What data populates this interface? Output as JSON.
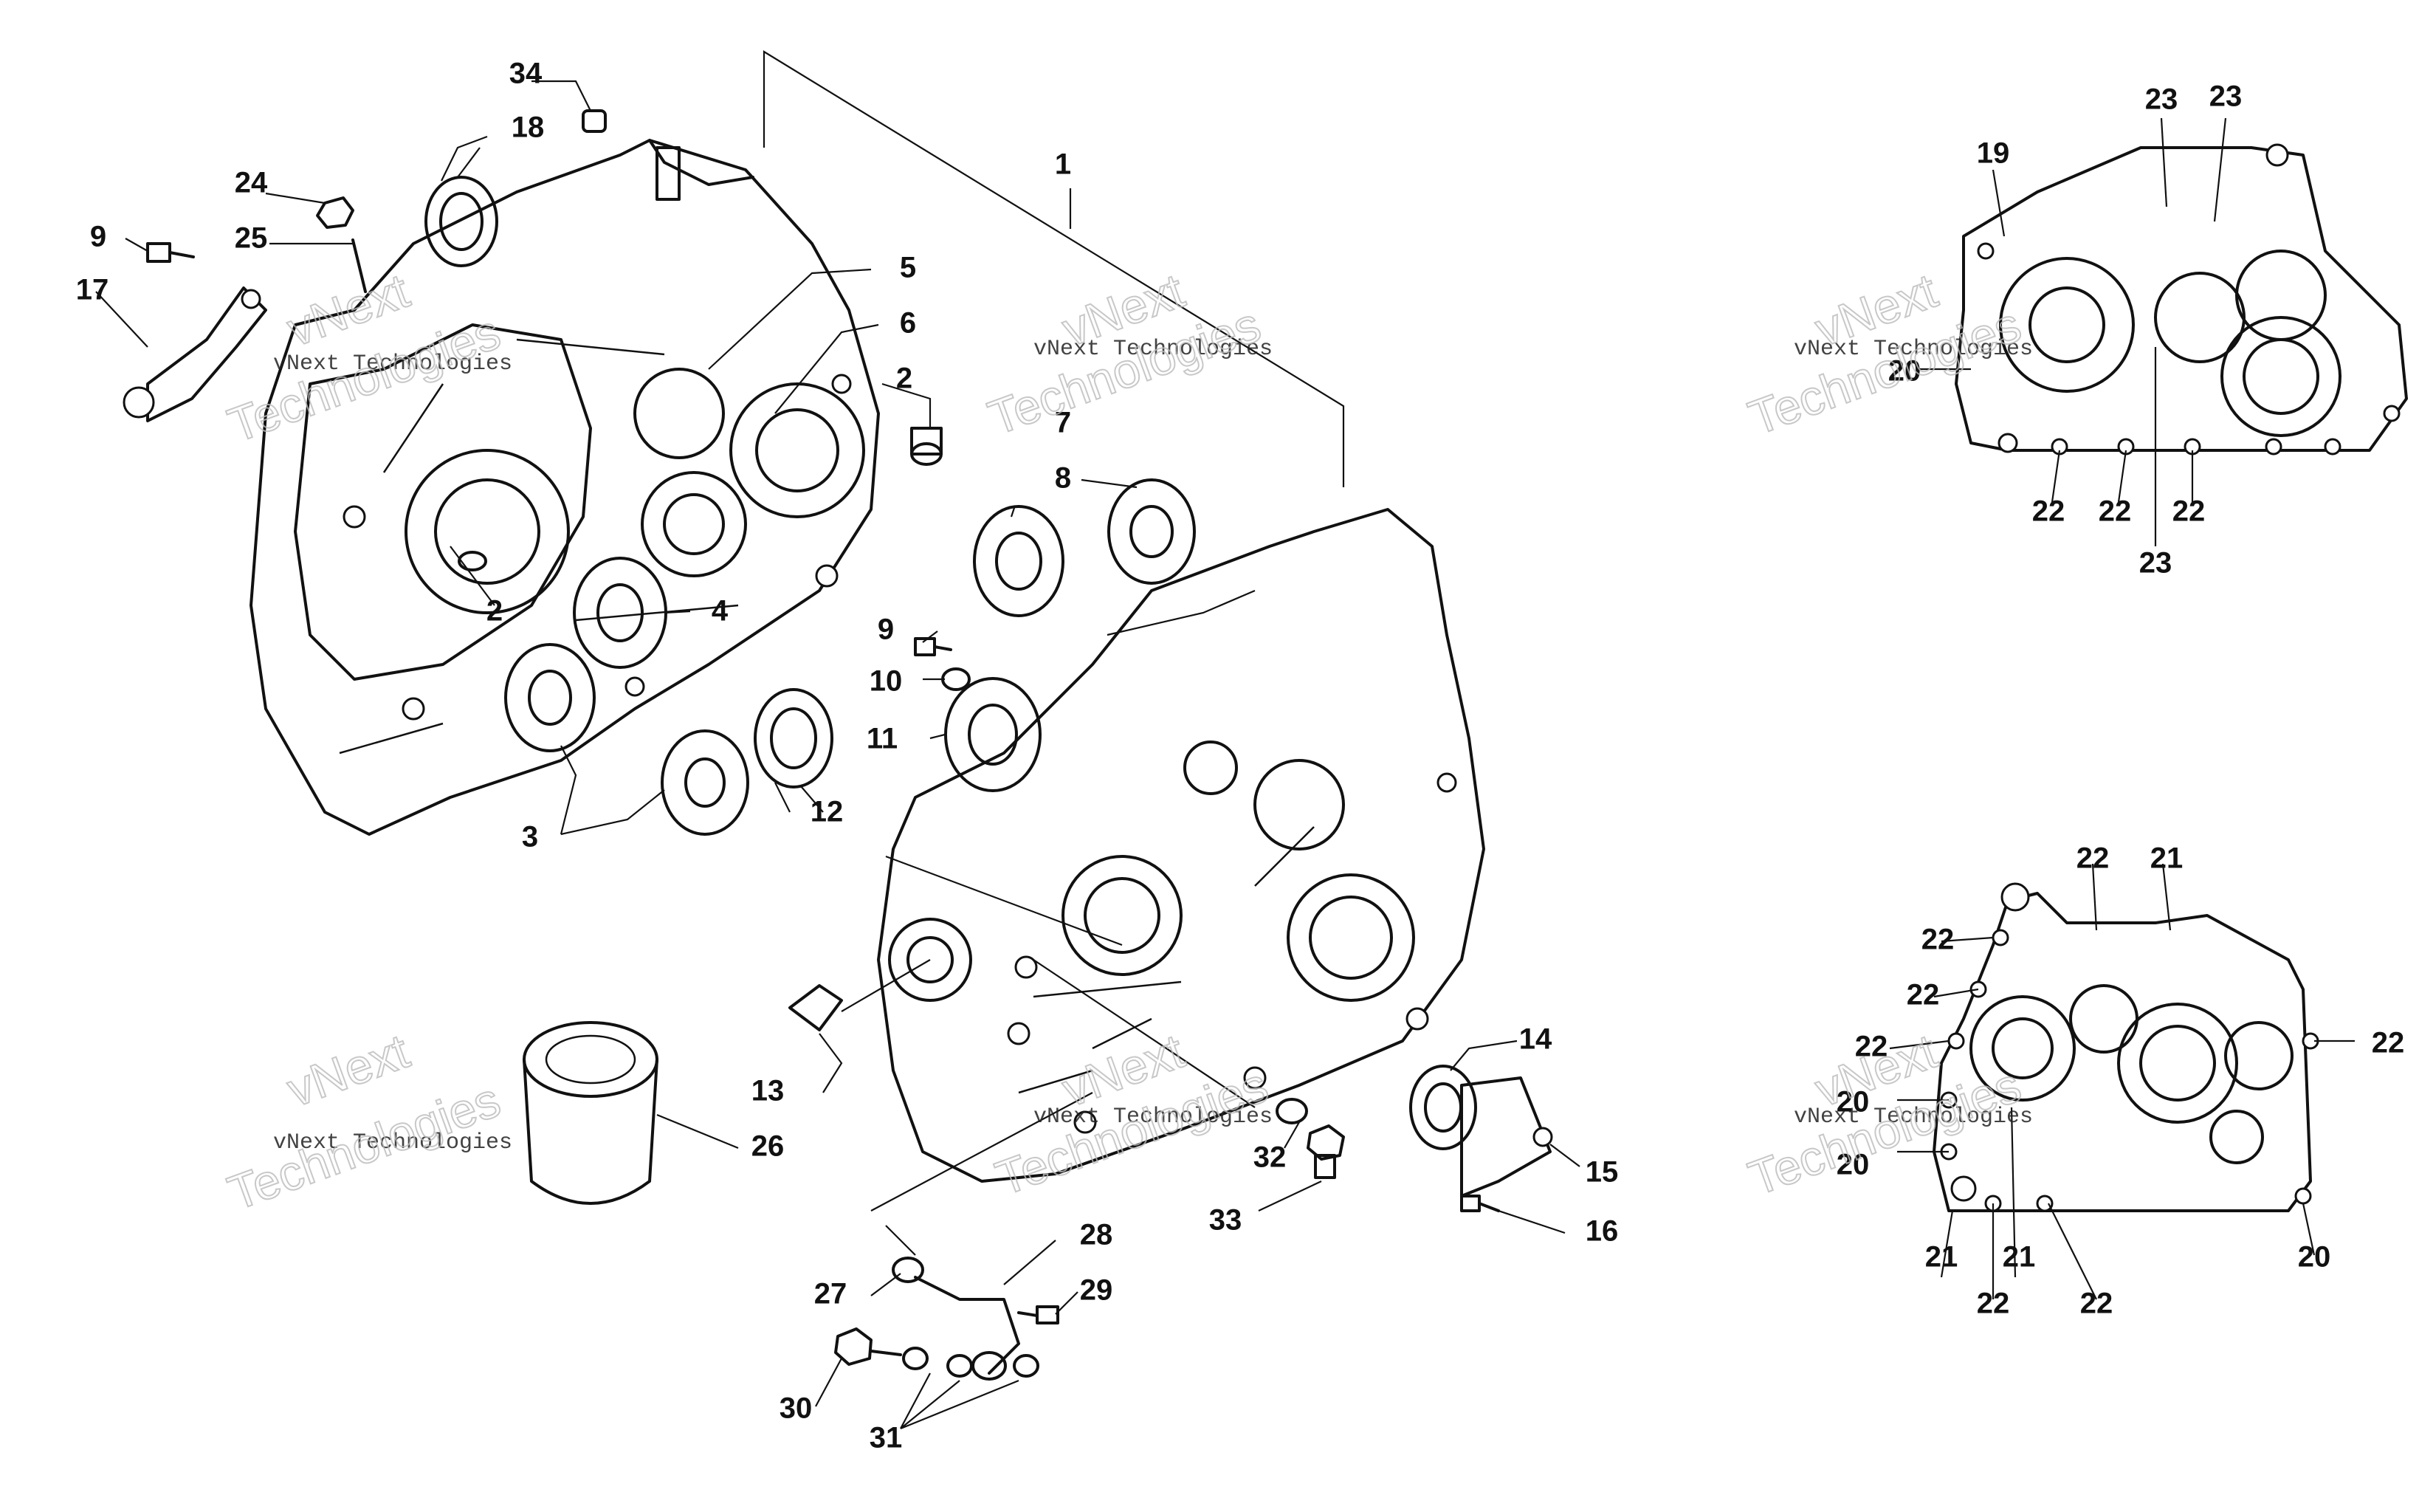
{
  "watermark": {
    "line1": "vNext Technologies",
    "brand": "vNext",
    "big": "Technologies"
  },
  "callouts": {
    "c1": "1",
    "c2a": "2",
    "c2b": "2",
    "c3": "3",
    "c4": "4",
    "c5": "5",
    "c6": "6",
    "c7": "7",
    "c8": "8",
    "c9a": "9",
    "c9b": "9",
    "c10": "10",
    "c11": "11",
    "c12": "12",
    "c13": "13",
    "c14": "14",
    "c15": "15",
    "c16": "16",
    "c17": "17",
    "c18": "18",
    "c19": "19",
    "c20a": "20",
    "c20b": "20",
    "c20c": "20",
    "c20d": "20",
    "c21a": "21",
    "c21b": "21",
    "c21c": "21",
    "c22a": "22",
    "c22b": "22",
    "c22c": "22",
    "c22d": "22",
    "c22e": "22",
    "c22f": "22",
    "c22g": "22",
    "c22h": "22",
    "c22i": "22",
    "c22j": "22",
    "c23a": "23",
    "c23b": "23",
    "c23c": "23",
    "c24": "24",
    "c25": "25",
    "c26": "26",
    "c27": "27",
    "c28": "28",
    "c29": "29",
    "c30": "30",
    "c31": "31",
    "c32": "32",
    "c33": "33",
    "c34": "34"
  }
}
